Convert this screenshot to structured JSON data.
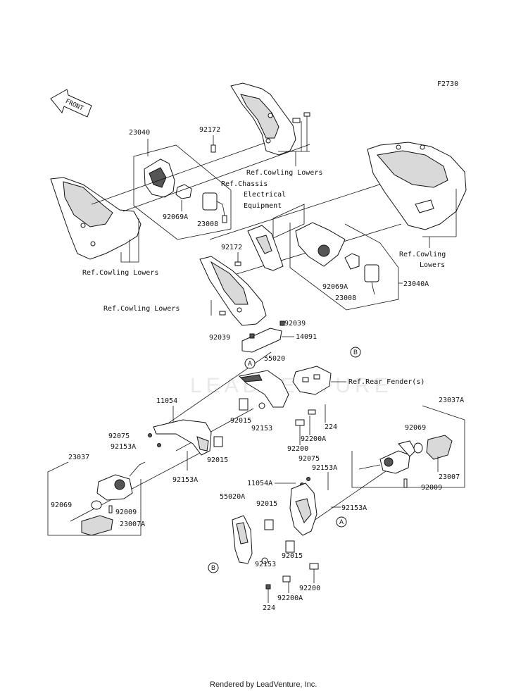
{
  "figure_code": "F2730",
  "front_label": "FRONT",
  "watermark": "LEADVENTURE",
  "footer": "Rendered by LeadVenture, Inc.",
  "refs": {
    "cowling_lowers": "Ref.Cowling Lowers",
    "chassis_line1": "Ref.Chassis",
    "chassis_line2": "Electrical",
    "chassis_line3": "Equipment",
    "cowling_lowers_l1": "Ref.Cowling",
    "cowling_lowers_l2": "Lowers",
    "rear_fender": "Ref.Rear Fender(s)"
  },
  "markers": {
    "a": "A",
    "b": "B"
  },
  "parts": {
    "p23040": "23040",
    "p92172": "92172",
    "p92069A": "92069A",
    "p23008": "23008",
    "p23040A": "23040A",
    "p92039": "92039",
    "p14091": "14091",
    "p55020": "55020",
    "p11054": "11054",
    "p92075": "92075",
    "p92153A": "92153A",
    "p92015": "92015",
    "p92153": "92153",
    "p224": "224",
    "p92200A": "92200A",
    "p92200": "92200",
    "p23037": "23037",
    "p23037A": "23037A",
    "p92069": "92069",
    "p92009": "92009",
    "p23007": "23007",
    "p23007A": "23007A",
    "p11054A": "11054A",
    "p55020A": "55020A"
  }
}
